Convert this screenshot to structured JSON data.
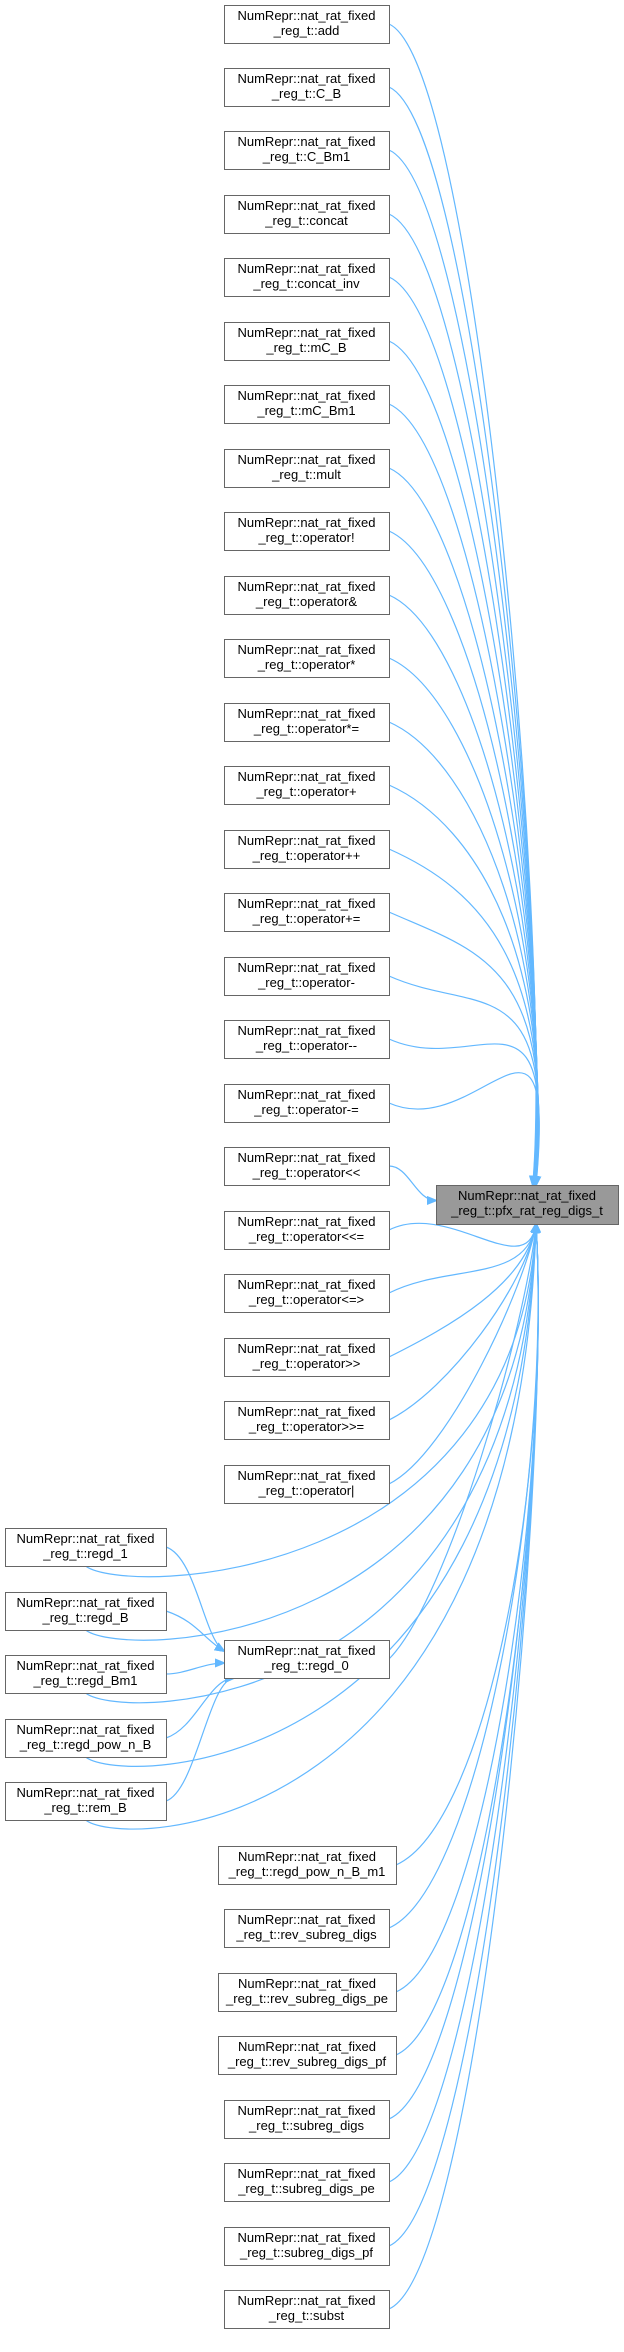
{
  "target": {
    "line1": "NumRepr::nat_rat_fixed",
    "line2": "_reg_t::pfx_rat_reg_digs_t"
  },
  "intermediate": {
    "line1": "NumRepr::nat_rat_fixed",
    "line2": "_reg_t::regd_0"
  },
  "callers": [
    {
      "line1": "NumRepr::nat_rat_fixed",
      "line2": "_reg_t::add"
    },
    {
      "line1": "NumRepr::nat_rat_fixed",
      "line2": "_reg_t::C_B"
    },
    {
      "line1": "NumRepr::nat_rat_fixed",
      "line2": "_reg_t::C_Bm1"
    },
    {
      "line1": "NumRepr::nat_rat_fixed",
      "line2": "_reg_t::concat"
    },
    {
      "line1": "NumRepr::nat_rat_fixed",
      "line2": "_reg_t::concat_inv"
    },
    {
      "line1": "NumRepr::nat_rat_fixed",
      "line2": "_reg_t::mC_B"
    },
    {
      "line1": "NumRepr::nat_rat_fixed",
      "line2": "_reg_t::mC_Bm1"
    },
    {
      "line1": "NumRepr::nat_rat_fixed",
      "line2": "_reg_t::mult"
    },
    {
      "line1": "NumRepr::nat_rat_fixed",
      "line2": "_reg_t::operator!"
    },
    {
      "line1": "NumRepr::nat_rat_fixed",
      "line2": "_reg_t::operator&"
    },
    {
      "line1": "NumRepr::nat_rat_fixed",
      "line2": "_reg_t::operator*"
    },
    {
      "line1": "NumRepr::nat_rat_fixed",
      "line2": "_reg_t::operator*="
    },
    {
      "line1": "NumRepr::nat_rat_fixed",
      "line2": "_reg_t::operator+"
    },
    {
      "line1": "NumRepr::nat_rat_fixed",
      "line2": "_reg_t::operator++"
    },
    {
      "line1": "NumRepr::nat_rat_fixed",
      "line2": "_reg_t::operator+="
    },
    {
      "line1": "NumRepr::nat_rat_fixed",
      "line2": "_reg_t::operator-"
    },
    {
      "line1": "NumRepr::nat_rat_fixed",
      "line2": "_reg_t::operator--"
    },
    {
      "line1": "NumRepr::nat_rat_fixed",
      "line2": "_reg_t::operator-="
    },
    {
      "line1": "NumRepr::nat_rat_fixed",
      "line2": "_reg_t::operator<<"
    },
    {
      "line1": "NumRepr::nat_rat_fixed",
      "line2": "_reg_t::operator<<="
    },
    {
      "line1": "NumRepr::nat_rat_fixed",
      "line2": "_reg_t::operator<=>"
    },
    {
      "line1": "NumRepr::nat_rat_fixed",
      "line2": "_reg_t::operator>>"
    },
    {
      "line1": "NumRepr::nat_rat_fixed",
      "line2": "_reg_t::operator>>="
    },
    {
      "line1": "NumRepr::nat_rat_fixed",
      "line2": "_reg_t::operator|"
    },
    {
      "line1": "NumRepr::nat_rat_fixed",
      "line2": "_reg_t::regd_1"
    },
    {
      "line1": "NumRepr::nat_rat_fixed",
      "line2": "_reg_t::regd_B"
    },
    {
      "line1": "NumRepr::nat_rat_fixed",
      "line2": "_reg_t::regd_Bm1"
    },
    {
      "line1": "NumRepr::nat_rat_fixed",
      "line2": "_reg_t::regd_pow_n_B"
    },
    {
      "line1": "NumRepr::nat_rat_fixed",
      "line2": "_reg_t::rem_B"
    },
    {
      "line1": "NumRepr::nat_rat_fixed",
      "line2": "_reg_t::regd_pow_n_B_m1"
    },
    {
      "line1": "NumRepr::nat_rat_fixed",
      "line2": "_reg_t::rev_subreg_digs"
    },
    {
      "line1": "NumRepr::nat_rat_fixed",
      "line2": "_reg_t::rev_subreg_digs_pe"
    },
    {
      "line1": "NumRepr::nat_rat_fixed",
      "line2": "_reg_t::rev_subreg_digs_pf"
    },
    {
      "line1": "NumRepr::nat_rat_fixed",
      "line2": "_reg_t::subreg_digs"
    },
    {
      "line1": "NumRepr::nat_rat_fixed",
      "line2": "_reg_t::subreg_digs_pe"
    },
    {
      "line1": "NumRepr::nat_rat_fixed",
      "line2": "_reg_t::subreg_digs_pf"
    },
    {
      "line1": "NumRepr::nat_rat_fixed",
      "line2": "_reg_t::subst"
    }
  ],
  "colors": {
    "edge": "#63b8ff",
    "target_fill": "#999999",
    "node_border": "#666666"
  }
}
